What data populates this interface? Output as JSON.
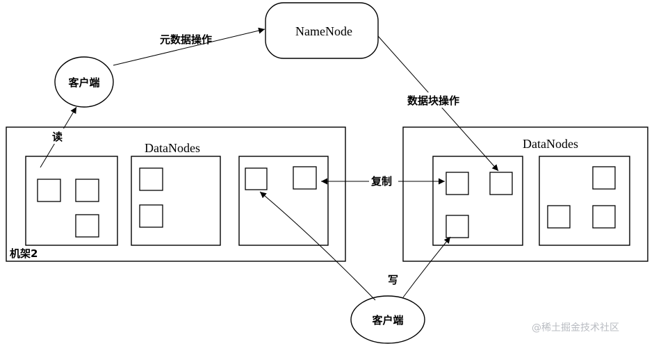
{
  "namenode": {
    "label": "NameNode"
  },
  "client_top": {
    "label": "客户端"
  },
  "client_bottom": {
    "label": "客户端"
  },
  "rack_left": {
    "title": "DataNodes",
    "rack_label": "机架2"
  },
  "rack_right": {
    "title": "DataNodes"
  },
  "edges": {
    "metadata_op": "元数据操作",
    "block_op": "数据块操作",
    "read": "读",
    "write": "写",
    "replicate": "复制"
  },
  "watermark": "@稀土掘金技术社区"
}
